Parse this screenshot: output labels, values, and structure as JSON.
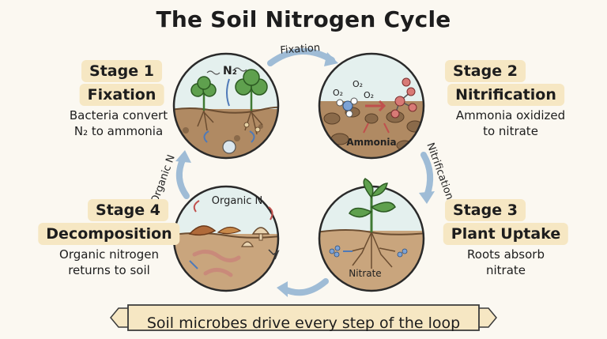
{
  "title": "The Soil Nitrogen Cycle",
  "stages": [
    {
      "number": "Stage 1",
      "name": "Fixation",
      "desc_line1": "Bacteria convert",
      "desc_line2": "N₂ to ammonia"
    },
    {
      "number": "Stage 2",
      "name": "Nitrification",
      "desc_line1": "Ammonia oxidized",
      "desc_line2": "to nitrate"
    },
    {
      "number": "Stage 3",
      "name": "Plant Uptake",
      "desc_line1": "Roots absorb",
      "desc_line2": "nitrate"
    },
    {
      "number": "Stage 4",
      "name": "Decomposition",
      "desc_line1": "Organic nitrogen",
      "desc_line2": "returns to soil"
    }
  ],
  "arrows": {
    "top": "Fixation",
    "right": "Nitrification",
    "left": "Organic N"
  },
  "circle_labels": {
    "n2": "N₂",
    "o2": "O₂",
    "ammonia": "Ammonia",
    "nitrate": "Nitrate",
    "organic_n": "Organic N"
  },
  "banner": "Soil microbes drive every step of the loop",
  "colors": {
    "tag_fill": "#f6e7c3",
    "arrow": "#9fbcd6",
    "soil": "#b08a63",
    "sky": "#e4f0ee",
    "leaf": "#5fa04e"
  }
}
